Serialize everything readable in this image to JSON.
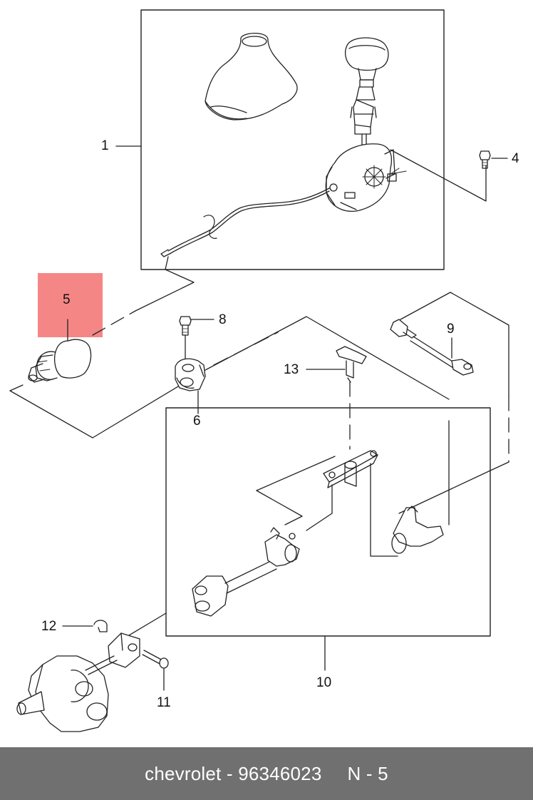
{
  "callouts": {
    "c1": "1",
    "c4": "4",
    "c5": "5",
    "c6": "6",
    "c8": "8",
    "c9": "9",
    "c10": "10",
    "c11": "11",
    "c12": "12",
    "c13": "13"
  },
  "footer": {
    "brand": "chevrolet",
    "separator": "-",
    "part_number": "96346023",
    "ref": "N - 5"
  },
  "colors": {
    "highlight": "#f47f7f",
    "footer_bg": "#707070",
    "line": "#222222"
  }
}
